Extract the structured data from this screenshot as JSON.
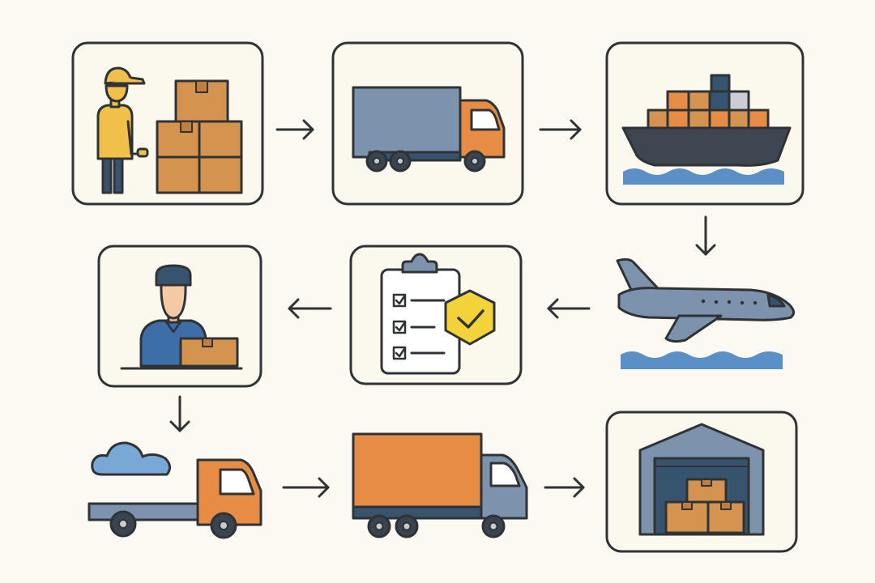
{
  "diagram": {
    "type": "logistics-process-flow",
    "colors": {
      "background": "#fbf9f2",
      "card_fill": "#fbf8ee",
      "outline": "#2f3336",
      "orange": "#e68c45",
      "box_tan": "#d4944f",
      "slate": "#7d93ad",
      "navy": "#36546e",
      "water": "#5b8fc8",
      "check_yellow": "#f2d43a",
      "worker_yellow": "#f0c04a"
    },
    "steps": [
      {
        "id": "packing-step",
        "icon": "worker-with-boxes-icon",
        "framed": true
      },
      {
        "id": "truck-pickup-step",
        "icon": "delivery-truck-icon",
        "framed": true
      },
      {
        "id": "sea-freight-step",
        "icon": "container-ship-icon",
        "framed": true
      },
      {
        "id": "air-freight-step",
        "icon": "airplane-icon",
        "framed": false
      },
      {
        "id": "inspection-step",
        "icon": "checklist-shield-icon",
        "framed": true
      },
      {
        "id": "customs-step",
        "icon": "customs-officer-icon",
        "framed": true
      },
      {
        "id": "cloud-pickup-step",
        "icon": "flatbed-truck-cloud-icon",
        "framed": false
      },
      {
        "id": "final-transport-step",
        "icon": "box-truck-icon",
        "framed": false
      },
      {
        "id": "warehouse-step",
        "icon": "warehouse-icon",
        "framed": true
      }
    ],
    "flow": [
      {
        "from": "packing-step",
        "to": "truck-pickup-step",
        "direction": "right"
      },
      {
        "from": "truck-pickup-step",
        "to": "sea-freight-step",
        "direction": "right"
      },
      {
        "from": "sea-freight-step",
        "to": "air-freight-step",
        "direction": "down"
      },
      {
        "from": "air-freight-step",
        "to": "inspection-step",
        "direction": "left"
      },
      {
        "from": "inspection-step",
        "to": "customs-step",
        "direction": "left"
      },
      {
        "from": "customs-step",
        "to": "cloud-pickup-step",
        "direction": "down"
      },
      {
        "from": "cloud-pickup-step",
        "to": "final-transport-step",
        "direction": "right"
      },
      {
        "from": "final-transport-step",
        "to": "warehouse-step",
        "direction": "right"
      }
    ]
  }
}
